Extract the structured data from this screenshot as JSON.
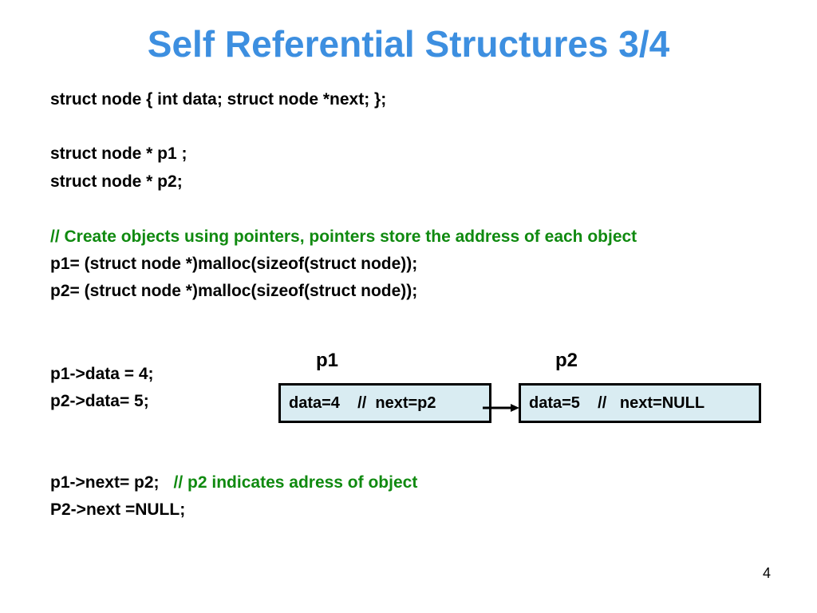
{
  "slide": {
    "title": "Self Referential Structures 3/4",
    "page_number": "4"
  },
  "code": {
    "struct_def": "struct node {  int data;   struct node  *next;  };",
    "decl_p1": "struct node * p1 ;",
    "decl_p2": "struct node * p2;",
    "comment_create": "// Create objects using pointers, pointers store the address of each object",
    "malloc_p1": "p1= (struct node *)malloc(sizeof(struct node));",
    "malloc_p2": "p2= (struct node *)malloc(sizeof(struct node));",
    "assign_p1_data": "p1->data = 4;",
    "assign_p2_data": "p2->data= 5;",
    "assign_p1_next": "p1->next= p2;",
    "comment_next": "// p2 indicates adress of object",
    "assign_p2_next": "P2->next =NULL;"
  },
  "diagram": {
    "p1_label": "p1",
    "p2_label": "p2",
    "node1_text": "data=4    //  next=p2",
    "node2_text": "data=5    //   next=NULL",
    "node_fill": "#d9ecf2"
  },
  "colors": {
    "title": "#3d8fe0",
    "comment": "#108a10",
    "text": "#000000"
  }
}
